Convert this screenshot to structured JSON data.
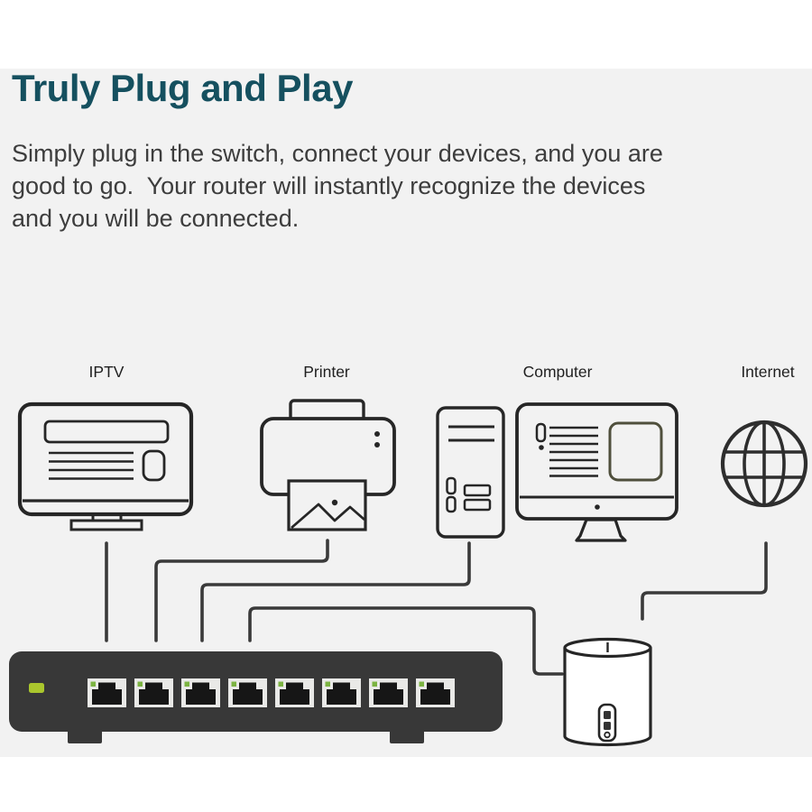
{
  "page": {
    "background": "#ffffff",
    "band_background": "#f2f2f2"
  },
  "header": {
    "title": "Truly Plug and Play",
    "title_color": "#15505f"
  },
  "body_text": {
    "paragraph": "Simply plug in the switch, connect your devices, and you are\ngood to go.  Your router will instantly recognize the devices\nand you will be connected.",
    "text_color": "#3d3d3d"
  },
  "diagram": {
    "devices": [
      {
        "label": "IPTV",
        "icon": "tv-icon"
      },
      {
        "label": "Printer",
        "icon": "printer-icon"
      },
      {
        "label": "Computer",
        "icon": "desktop-computer-icon"
      },
      {
        "label": "Internet",
        "icon": "globe-icon"
      }
    ],
    "switch": {
      "name": "8-port network switch",
      "port_count": 8,
      "body_color": "#383838",
      "status_led_color": "#aac62d",
      "port_led_color": "#7cb342"
    },
    "router": {
      "name": "wireless router"
    },
    "line_color": "#3a3a3a"
  }
}
